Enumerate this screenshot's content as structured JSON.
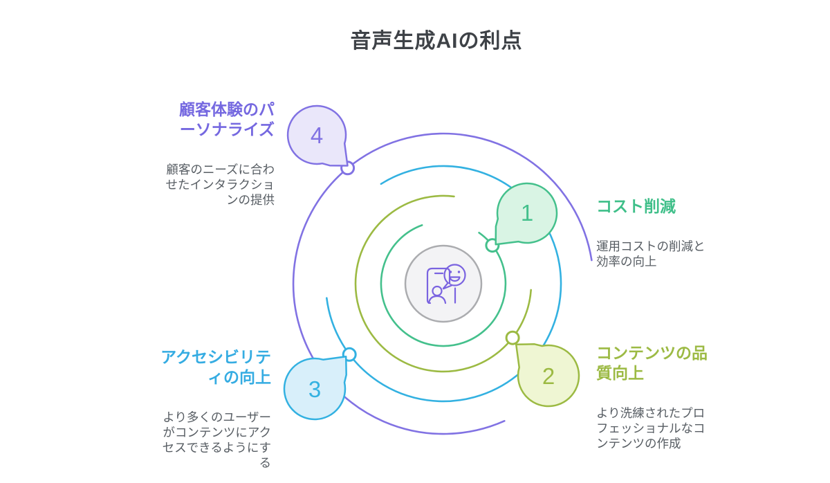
{
  "title": "音声生成AIの利点",
  "colors": {
    "purple": "#8172e3",
    "purple_fill": "#eae7fa",
    "green": "#44c08c",
    "green_fill": "#d9f4e4",
    "olive": "#9cba43",
    "olive_fill": "#eff6d3",
    "blue": "#33b1e1",
    "blue_fill": "#d8effa",
    "center_ring": "#abacaf",
    "center_fill": "#f3f3f5",
    "icon": "#7a63e0"
  },
  "center": {
    "icon": "phone-chat-smiley-icon"
  },
  "items": [
    {
      "number": "1",
      "heading": "コスト削減",
      "description": "運用コストの削減と\n効率の向上"
    },
    {
      "number": "2",
      "heading": "コンテンツの品\n質向上",
      "description": "より洗練されたプロ\nフェッショナルなコ\nンテンツの作成"
    },
    {
      "number": "3",
      "heading": "アクセシビリテ\nィの向上",
      "description": "より多くのユーザー\nがコンテンツにアク\nセスできるようにす\nる"
    },
    {
      "number": "4",
      "heading": "顧客体験のパ\nーソナライズ",
      "description": "顧客のニーズに合わ\nせたインタラクショ\nンの提供"
    }
  ]
}
